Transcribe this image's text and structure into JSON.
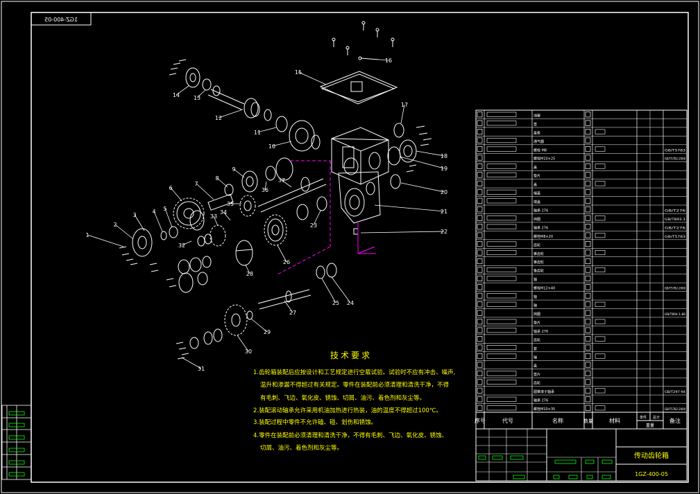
{
  "drawing": {
    "number_mirrored": "1GZ-400-05",
    "number": "1GZ-400-05",
    "title": "传动齿轮箱"
  },
  "colors": {
    "background": "#000000",
    "lines": "#ffffff",
    "text_yellow": "#ffff00",
    "table_green": "#00ff00",
    "axis_magenta": "#ff00ff"
  },
  "parts": [
    {
      "id": "1",
      "label": "1"
    },
    {
      "id": "2",
      "label": "2"
    },
    {
      "id": "3",
      "label": "3"
    },
    {
      "id": "4",
      "label": "4"
    },
    {
      "id": "5",
      "label": "5"
    },
    {
      "id": "6",
      "label": "6"
    },
    {
      "id": "7",
      "label": "7"
    },
    {
      "id": "8",
      "label": "8"
    },
    {
      "id": "9",
      "label": "9"
    },
    {
      "id": "10",
      "label": "10"
    },
    {
      "id": "11",
      "label": "11"
    },
    {
      "id": "12",
      "label": "12"
    },
    {
      "id": "13",
      "label": "13"
    },
    {
      "id": "14",
      "label": "14"
    },
    {
      "id": "15",
      "label": "15"
    },
    {
      "id": "16",
      "label": "16"
    },
    {
      "id": "17",
      "label": "17"
    },
    {
      "id": "18",
      "label": "18"
    },
    {
      "id": "19",
      "label": "19"
    },
    {
      "id": "20",
      "label": "20"
    },
    {
      "id": "21",
      "label": "21"
    },
    {
      "id": "22",
      "label": "22"
    },
    {
      "id": "23",
      "label": "23"
    },
    {
      "id": "24",
      "label": "24"
    },
    {
      "id": "25",
      "label": "25"
    },
    {
      "id": "26",
      "label": "26"
    },
    {
      "id": "27",
      "label": "27"
    },
    {
      "id": "28",
      "label": "28"
    },
    {
      "id": "29",
      "label": "29"
    },
    {
      "id": "30",
      "label": "30"
    },
    {
      "id": "31",
      "label": "31"
    },
    {
      "id": "32",
      "label": "32"
    },
    {
      "id": "33",
      "label": "33"
    },
    {
      "id": "34",
      "label": "34"
    },
    {
      "id": "35",
      "label": "35"
    },
    {
      "id": "36",
      "label": "36"
    },
    {
      "id": "37",
      "label": "37"
    }
  ],
  "tech_requirements": {
    "title": "技术要求",
    "items": [
      "1.齿轮箱装配后应按设计和工艺规定进行空载试验。试验时不应有冲击、噪声,",
      "温升和渗漏不得超过有关规定。零件在装配前必须清理和清洗干净，不得",
      "有毛刺、飞边、氧化皮、锈蚀、切屑、油污、着色剂和灰尘等。",
      "2.装配滚动轴承允许采用机油加热进行热装，油的温度不得超过100℃。",
      "3.装配过程中零件不允许磕、碰、划伤和锈蚀。",
      "4.零件在装配前必须清理和清洗干净，不得有毛刺、飞边、氧化皮、锈蚀、",
      "切屑、油污、着色剂和灰尘等。"
    ]
  },
  "bom_header": {
    "seq": "序号",
    "code": "代号",
    "name": "名称",
    "qty": "数量",
    "material": "材料",
    "unit_weight": "单件",
    "total_weight": "总计",
    "weight": "重量",
    "remarks": "备注"
  },
  "bom_rows": [
    {
      "name": "油塞",
      "std": ""
    },
    {
      "name": "垫",
      "std": ""
    },
    {
      "name": "盖板",
      "std": ""
    },
    {
      "name": "通气器",
      "std": ""
    },
    {
      "name": "螺栓 M8",
      "std": "GB/T5783"
    },
    {
      "name": "螺栓M10×25",
      "std": "GB/T5782-2000"
    },
    {
      "name": "盖",
      "std": ""
    },
    {
      "name": "垫片",
      "std": ""
    },
    {
      "name": "盖",
      "std": ""
    },
    {
      "name": "端盖",
      "std": ""
    },
    {
      "name": "端盖",
      "std": ""
    },
    {
      "name": "轴承 276",
      "std": "GB/T276"
    },
    {
      "name": "挡圈",
      "std": "GB/T893.1"
    },
    {
      "name": "轴承 276",
      "std": "GB/T276"
    },
    {
      "name": "螺栓M8×20",
      "std": "GB/T5783"
    },
    {
      "name": "齿轮",
      "std": ""
    },
    {
      "name": "锥齿轮",
      "std": ""
    },
    {
      "name": "锥齿轮",
      "std": ""
    },
    {
      "name": "锥齿轮",
      "std": ""
    },
    {
      "name": "轴",
      "std": ""
    },
    {
      "name": "螺栓M12×40",
      "std": "GB/T5782-2000"
    },
    {
      "name": "轴",
      "std": ""
    },
    {
      "name": "轴",
      "std": ""
    },
    {
      "name": "挡圈",
      "std": "GB/T894.1-86"
    },
    {
      "name": "垫片",
      "std": ""
    },
    {
      "name": "轴承 276",
      "std": ""
    },
    {
      "name": "齿轮",
      "std": ""
    },
    {
      "name": "套",
      "std": ""
    },
    {
      "name": "轴",
      "std": ""
    },
    {
      "name": "盖",
      "std": ""
    },
    {
      "name": "垫片",
      "std": ""
    },
    {
      "name": "齿轮",
      "std": ""
    },
    {
      "name": "圆锥滚子轴承",
      "std": "GB/T297-94"
    },
    {
      "name": "轴承 276",
      "std": ""
    },
    {
      "name": "螺栓M10×35",
      "std": "GB/T5782-2000"
    }
  ]
}
